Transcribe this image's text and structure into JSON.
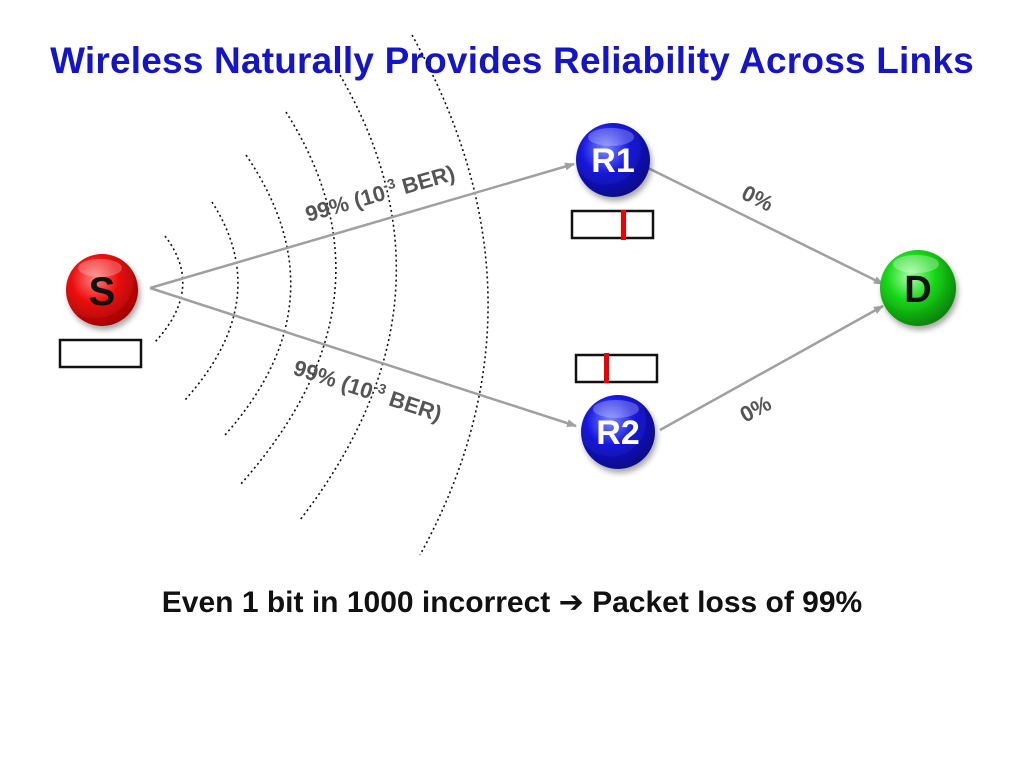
{
  "title": "Wireless Naturally Provides Reliability Across Links",
  "caption": {
    "before": "Even 1 bit in 1000 incorrect ",
    "arrow": "➔",
    "after": " Packet loss of 99%"
  },
  "nodes": {
    "source": {
      "label": "S",
      "color": "#dd0000"
    },
    "relay1": {
      "label": "R1",
      "color": "#1414d8"
    },
    "relay2": {
      "label": "R2",
      "color": "#1414d8"
    },
    "dest": {
      "label": "D",
      "color": "#10c010"
    }
  },
  "links": {
    "s_r1": {
      "loss": "99% (10",
      "exp": "-3",
      "unit": " BER)"
    },
    "s_r2": {
      "loss": "99% (10",
      "exp": "-3",
      "unit": " BER)"
    },
    "r1_d": {
      "loss": "0%"
    },
    "r2_d": {
      "loss": "0%"
    }
  },
  "colors": {
    "arrow": "#a0a0a0",
    "bit_error": "#ee0000",
    "title": "#1515c8"
  }
}
